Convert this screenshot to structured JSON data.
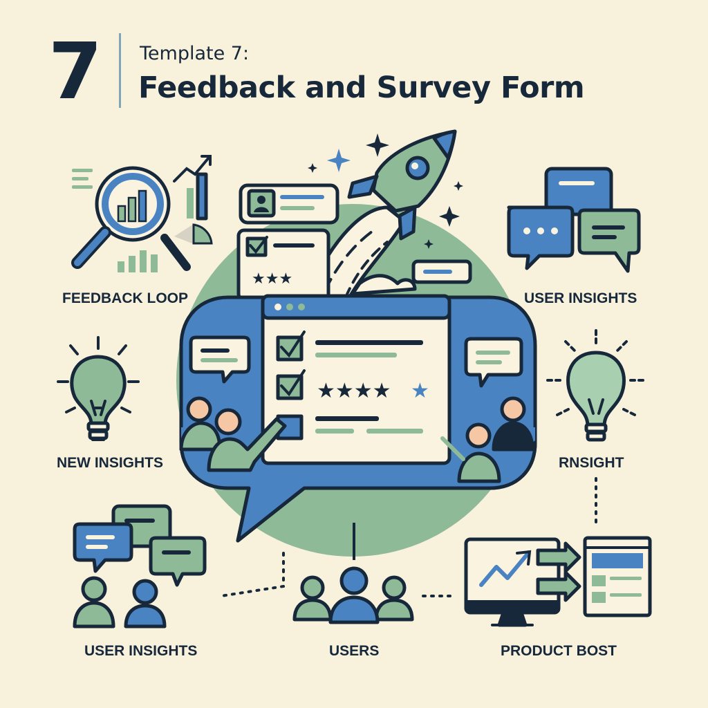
{
  "header": {
    "number": "7",
    "subtitle": "Template 7:",
    "title": "Feedback and Survey Form"
  },
  "labels": {
    "feedback_loop": "FEEDBACK LOOP",
    "user_insights_top": "USER INSIGHTS",
    "new_insights": "NEW INSIGHTS",
    "rnsight": "RNSIGHT",
    "user_insights_bottom": "USER INSIGHTS",
    "users": "USERS",
    "product_bost": "PRODUCT BOST"
  },
  "colors": {
    "background": "#f8f1dc",
    "navy": "#16283a",
    "blue": "#4a83c2",
    "green": "#8fba98",
    "light_green": "#a8d0b0",
    "cream": "#faf3e0",
    "skin": "#f5c7a4"
  },
  "icons": [
    "magnifier-chart-icon",
    "rocket-icon",
    "chat-bubbles-icon",
    "lightbulb-icon",
    "survey-form-icon",
    "people-icon",
    "monitor-growth-icon",
    "dashboard-icon"
  ]
}
